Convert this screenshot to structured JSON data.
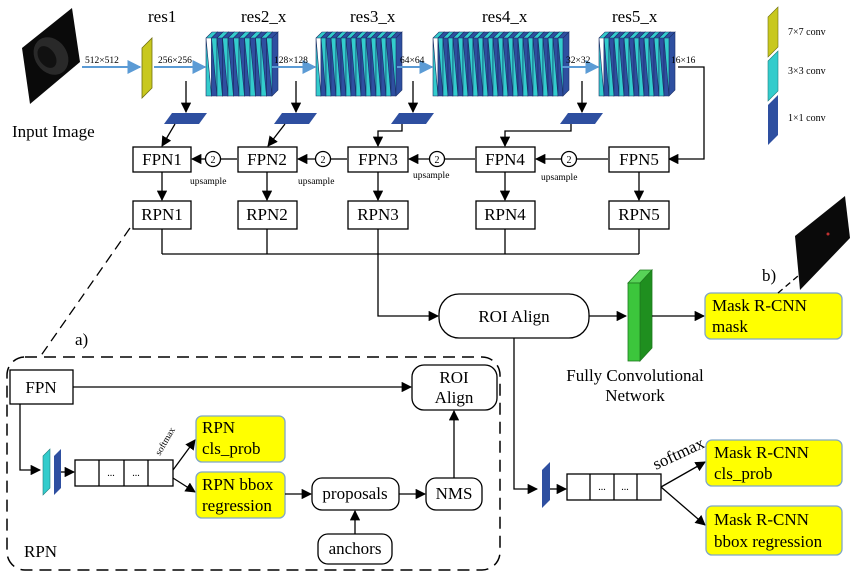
{
  "input": {
    "label": "Input Image",
    "size": "512×512"
  },
  "backbone": {
    "stages": [
      {
        "name": "res1",
        "out": "256×256"
      },
      {
        "name": "res2_x",
        "out": "128×128"
      },
      {
        "name": "res3_x",
        "out": "64×64"
      },
      {
        "name": "res4_x",
        "out": "32×32"
      },
      {
        "name": "res5_x",
        "out": "16×16"
      }
    ]
  },
  "legend": [
    {
      "label": "7×7 conv",
      "color": "#c8c81e"
    },
    {
      "label": "3×3 conv",
      "color": "#33cccc"
    },
    {
      "label": "1×1 conv",
      "color": "#2e4fa0"
    }
  ],
  "fpn": [
    "FPN1",
    "FPN2",
    "FPN3",
    "FPN4",
    "FPN5"
  ],
  "rpn": [
    "RPN1",
    "RPN2",
    "RPN3",
    "RPN4",
    "RPN5"
  ],
  "upsample": {
    "factor": "2",
    "label": "upsample"
  },
  "roi_align": "ROI Align",
  "fcn": {
    "line1": "Fully Convolutional",
    "line2": "Network"
  },
  "mask_output": {
    "line1": "Mask R-CNN",
    "line2": "mask"
  },
  "cls_output": {
    "line1": "Mask R-CNN",
    "line2": "cls_prob"
  },
  "bbox_output": {
    "line1": "Mask R-CNN",
    "line2": "bbox regression"
  },
  "softmax": "softmax",
  "vector_dots": "...",
  "label_a": "a)",
  "label_b": "b)",
  "detail": {
    "title": "RPN",
    "fpn": "FPN",
    "roi": {
      "line1": "ROI",
      "line2": "Align"
    },
    "cls": {
      "line1": "RPN",
      "line2": "cls_prob"
    },
    "bbox": {
      "line1": "RPN bbox",
      "line2": "regression"
    },
    "proposals": "proposals",
    "nms": "NMS",
    "anchors": "anchors",
    "softmax": "softmax"
  }
}
